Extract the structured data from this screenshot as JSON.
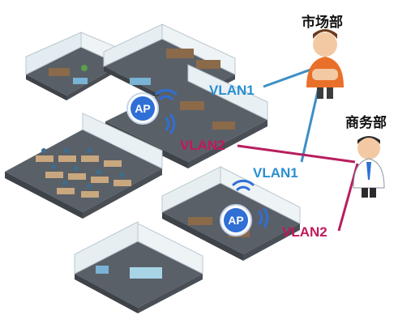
{
  "colors": {
    "vlan1": "#3d8fc6",
    "vlan2": "#b81e5e",
    "floor": "#5a6068",
    "partition": "#dfe9ee",
    "ap": "#2f6fd6"
  },
  "departments": {
    "marketing": {
      "label": "市场部",
      "icon": "person-orange-shirt-icon"
    },
    "business": {
      "label": "商务部",
      "icon": "person-business-suit-icon"
    }
  },
  "access_points": [
    {
      "label": "AP",
      "icon": "wifi-signal-icon"
    },
    {
      "label": "AP",
      "icon": "wifi-signal-icon"
    }
  ],
  "links": {
    "ap1_vlan1": "VLAN1",
    "ap1_vlan2": "VLAN2",
    "ap2_vlan1": "VLAN1",
    "ap2_vlan2": "VLAN2"
  }
}
